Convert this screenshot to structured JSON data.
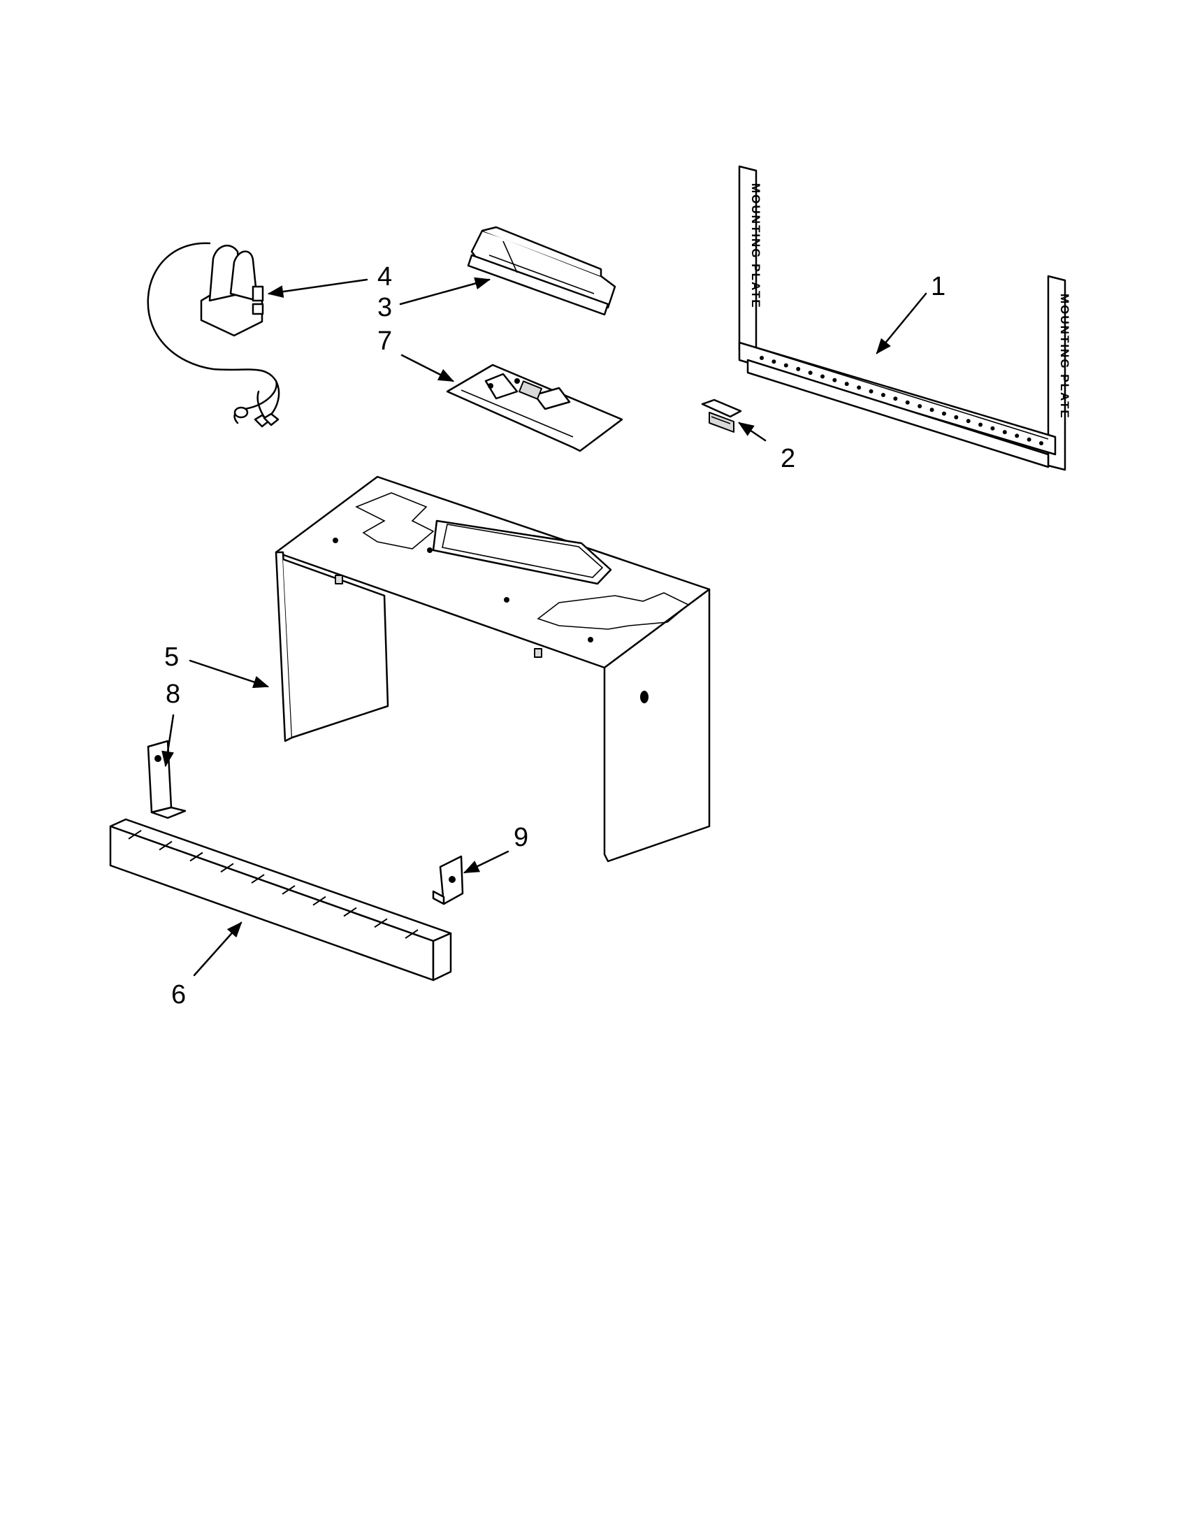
{
  "diagram": {
    "callouts": [
      {
        "id": "1",
        "label": "1"
      },
      {
        "id": "2",
        "label": "2"
      },
      {
        "id": "3",
        "label": "3"
      },
      {
        "id": "4",
        "label": "4"
      },
      {
        "id": "5",
        "label": "5"
      },
      {
        "id": "6",
        "label": "6"
      },
      {
        "id": "7",
        "label": "7"
      },
      {
        "id": "8",
        "label": "8"
      },
      {
        "id": "9",
        "label": "9"
      }
    ],
    "embossed_text": "MOUNTING PLATE"
  }
}
